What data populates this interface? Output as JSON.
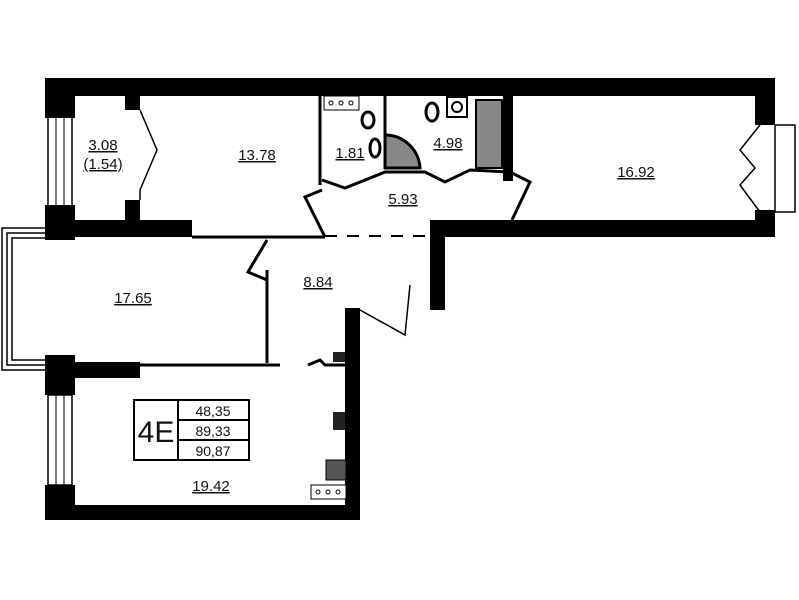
{
  "plan": {
    "apartment_code": "4E",
    "areas_table": [
      "48,35",
      "89,33",
      "90,87"
    ],
    "rooms": [
      {
        "id": "loggia-top-left",
        "area": "3.08",
        "sub_area": "(1.54)"
      },
      {
        "id": "bedroom-top",
        "area": "13.78"
      },
      {
        "id": "wc",
        "area": "1.81"
      },
      {
        "id": "bathroom",
        "area": "4.98"
      },
      {
        "id": "corridor",
        "area": "5.93"
      },
      {
        "id": "bedroom-right",
        "area": "16.92"
      },
      {
        "id": "living-left",
        "area": "17.65"
      },
      {
        "id": "hall",
        "area": "8.84"
      },
      {
        "id": "kitchen",
        "area": "19.42"
      }
    ]
  }
}
